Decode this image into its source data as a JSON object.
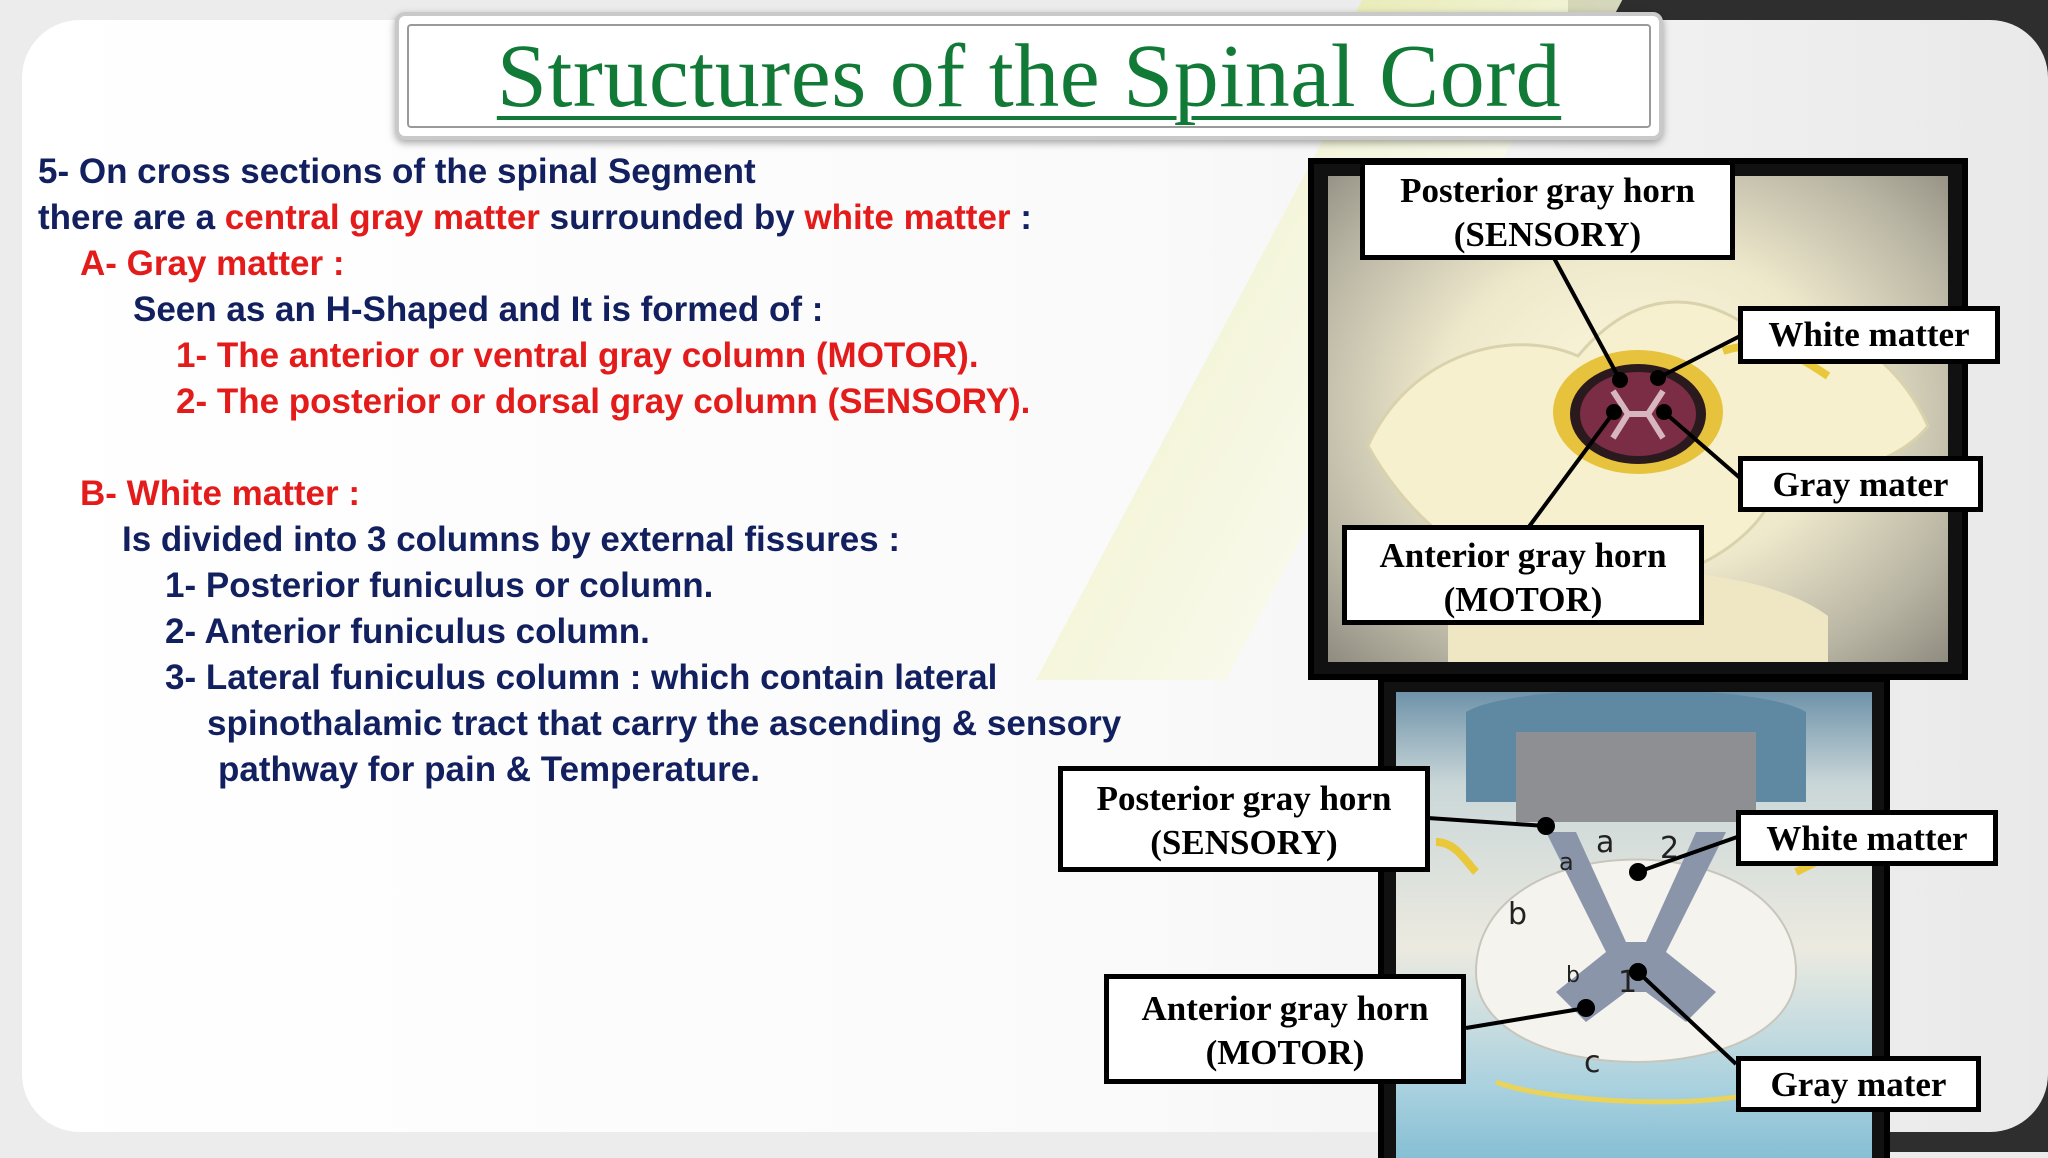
{
  "title": "Structures of the Spinal Cord",
  "intro": {
    "line1": "5- On cross sections of the spinal Segment",
    "line2_a": "there are a ",
    "line2_b": "central gray matter",
    "line2_c": " surrounded by ",
    "line2_d": "white matter",
    "line2_e": " :"
  },
  "gray_matter": {
    "heading": "A- Gray matter :",
    "desc": "Seen as an H-Shaped and It is formed of :",
    "items": [
      "1- The anterior or ventral gray column (MOTOR).",
      "2- The posterior or dorsal gray column (SENSORY)."
    ]
  },
  "white_matter": {
    "heading": "B- White matter :",
    "desc": "Is divided into 3 columns by external fissures :",
    "items": [
      "1- Posterior funiculus or column.",
      "2- Anterior funiculus column.",
      "3- Lateral funiculus column : which contain lateral",
      "spinothalamic tract that carry the ascending & sensory",
      "pathway for pain & Temperature."
    ]
  },
  "figure1_labels": {
    "posterior_l1": "Posterior gray horn",
    "posterior_l2": "(SENSORY)",
    "white": "White matter",
    "gray": "Gray mater",
    "anterior_l1": "Anterior gray horn",
    "anterior_l2": "(MOTOR)"
  },
  "figure2_labels": {
    "posterior_l1": "Posterior gray horn",
    "posterior_l2": "(SENSORY)",
    "white": "White matter",
    "anterior_l1": "Anterior gray horn",
    "anterior_l2": "(MOTOR)",
    "gray": "Gray mater"
  },
  "model_letters": [
    "a",
    "2",
    "a",
    "b",
    "b",
    "1",
    "c"
  ],
  "colors": {
    "title_green": "#117a36",
    "navy": "#12205f",
    "red": "#e41b1b"
  }
}
